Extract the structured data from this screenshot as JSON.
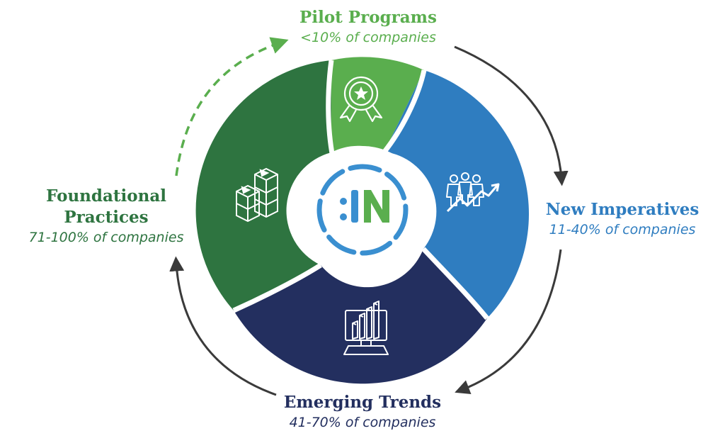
{
  "stages": {
    "pilot": {
      "title": "Pilot Programs",
      "subtitle": "<10% of companies",
      "color": "#5aae4e",
      "icon": "award-ribbon-icon"
    },
    "new": {
      "title": "New Imperatives",
      "subtitle": "11-40% of companies",
      "color": "#2f7dc0",
      "icon": "people-growth-icon"
    },
    "emerging": {
      "title": "Emerging Trends",
      "subtitle": "41-70% of companies",
      "color": "#232f5f",
      "icon": "monitor-chart-icon"
    },
    "foundational": {
      "title_line1": "Foundational",
      "title_line2": "Practices",
      "subtitle": "71-100% of companies",
      "color": "#2e7440",
      "icon": "stacked-blocks-icon"
    }
  },
  "center_logo": {
    "text": ":IN",
    "icon": "in-logo-icon"
  },
  "colors": {
    "arrow": "#3a3a3a",
    "white": "#ffffff"
  }
}
